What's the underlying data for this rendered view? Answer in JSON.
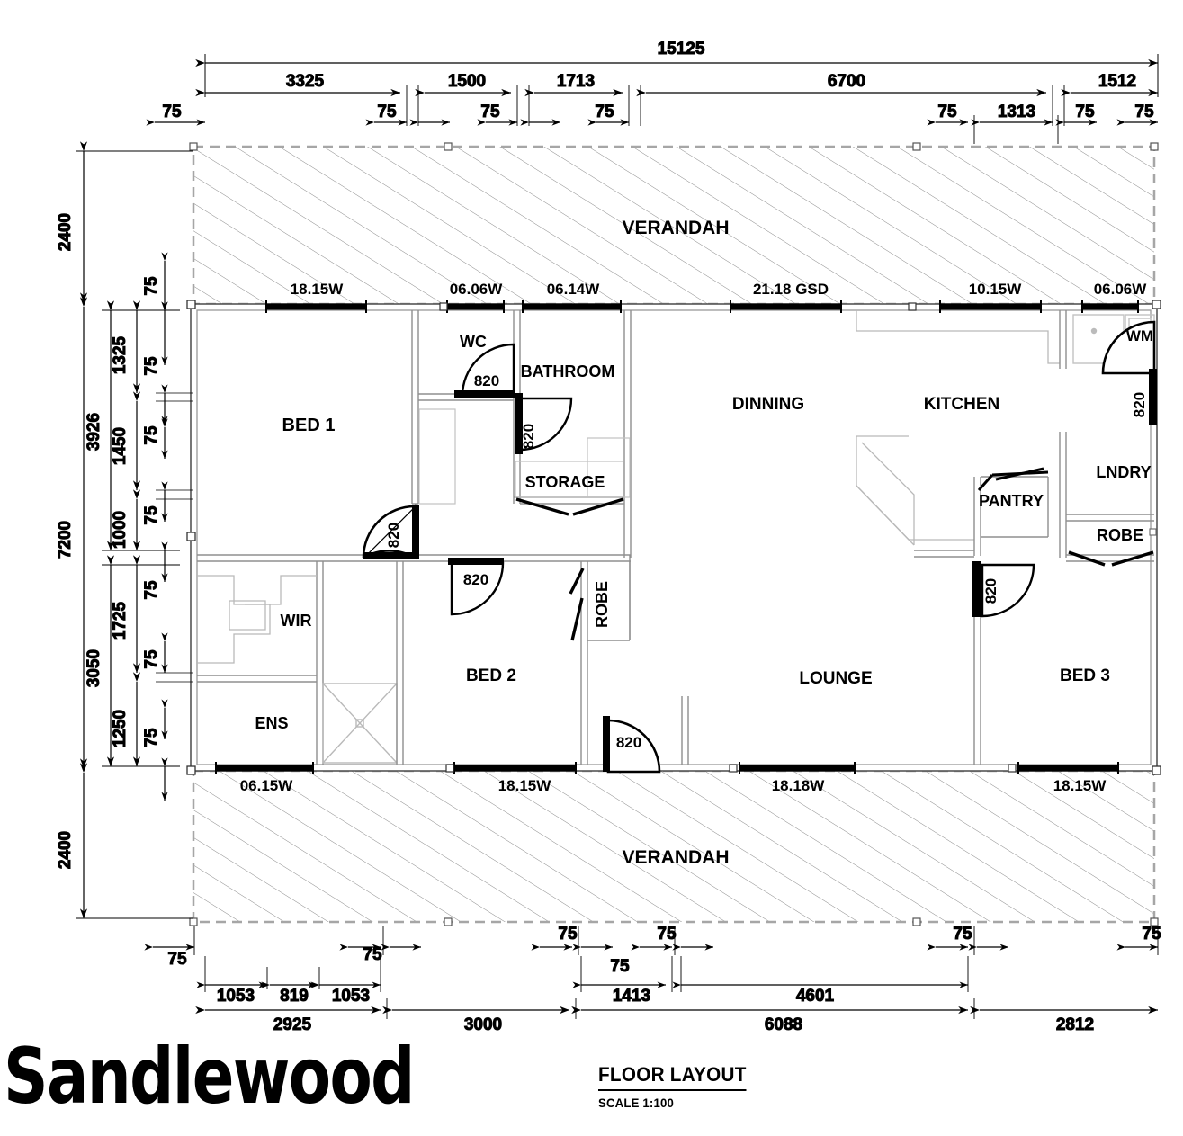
{
  "title_block": {
    "brand": "Sandlewood",
    "drawing_title": "FLOOR LAYOUT",
    "scale": "SCALE 1:100"
  },
  "rooms": [
    {
      "name": "VERANDAH",
      "label": "VERANDAH"
    },
    {
      "name": "BED 1",
      "label": "BED 1"
    },
    {
      "name": "WC",
      "label": "WC"
    },
    {
      "name": "BATHROOM",
      "label": "BATHROOM"
    },
    {
      "name": "STORAGE",
      "label": "STORAGE"
    },
    {
      "name": "DINNING",
      "label": "DINNING"
    },
    {
      "name": "KITCHEN",
      "label": "KITCHEN"
    },
    {
      "name": "PANTRY",
      "label": "PANTRY"
    },
    {
      "name": "LNDRY",
      "label": "LNDRY"
    },
    {
      "name": "ROBE-LNDRY",
      "label": "ROBE"
    },
    {
      "name": "WIR",
      "label": "WIR"
    },
    {
      "name": "ENS",
      "label": "ENS"
    },
    {
      "name": "BED 2",
      "label": "BED 2"
    },
    {
      "name": "ROBE-BED2",
      "label": "ROBE"
    },
    {
      "name": "LOUNGE",
      "label": "LOUNGE"
    },
    {
      "name": "BED 3",
      "label": "BED 3"
    },
    {
      "name": "VERANDAH-BOTTOM",
      "label": "VERANDAH"
    },
    {
      "name": "WM",
      "label": "WM"
    }
  ],
  "openings": {
    "top_wall": [
      "18.15W",
      "06.06W",
      "06.14W",
      "21.18 GSD",
      "10.15W",
      "06.06W"
    ],
    "bottom_wall": [
      "06.15W",
      "18.15W",
      "18.18W",
      "18.15W"
    ],
    "door_width_label": "820",
    "door_labels": [
      "820",
      "820",
      "820",
      "820",
      "820",
      "820",
      "820",
      "820"
    ]
  },
  "dimensions": {
    "top_overall": "15125",
    "top_row1": [
      "3325",
      "1500",
      "1713",
      "6700",
      "1512"
    ],
    "top_row2": [
      "75",
      "75",
      "75",
      "75",
      "75",
      "1313",
      "75",
      "75"
    ],
    "left_overall": "7200",
    "left_verandah_top": "2400",
    "left_verandah_bottom": "2400",
    "left_row1": [
      "3926",
      "3050"
    ],
    "left_row2": [
      "1325",
      "1450",
      "1000",
      "1725",
      "1250"
    ],
    "left_row3": [
      "75",
      "75",
      "75",
      "75",
      "75",
      "75",
      "75"
    ],
    "bottom_row_small": [
      "75",
      "75",
      "75",
      "75",
      "75",
      "75",
      "75"
    ],
    "bottom_row_mid": [
      "1053",
      "819",
      "1053",
      "1413",
      "4601"
    ],
    "bottom_row_main": [
      "2925",
      "3000",
      "6088",
      "2812"
    ]
  },
  "colors": {
    "ink": "#000000",
    "wall_light": "#9a9a9a",
    "hatch": "#8c8c8c",
    "dash": "#a6a6a6",
    "fixture": "#b5b5b5"
  }
}
